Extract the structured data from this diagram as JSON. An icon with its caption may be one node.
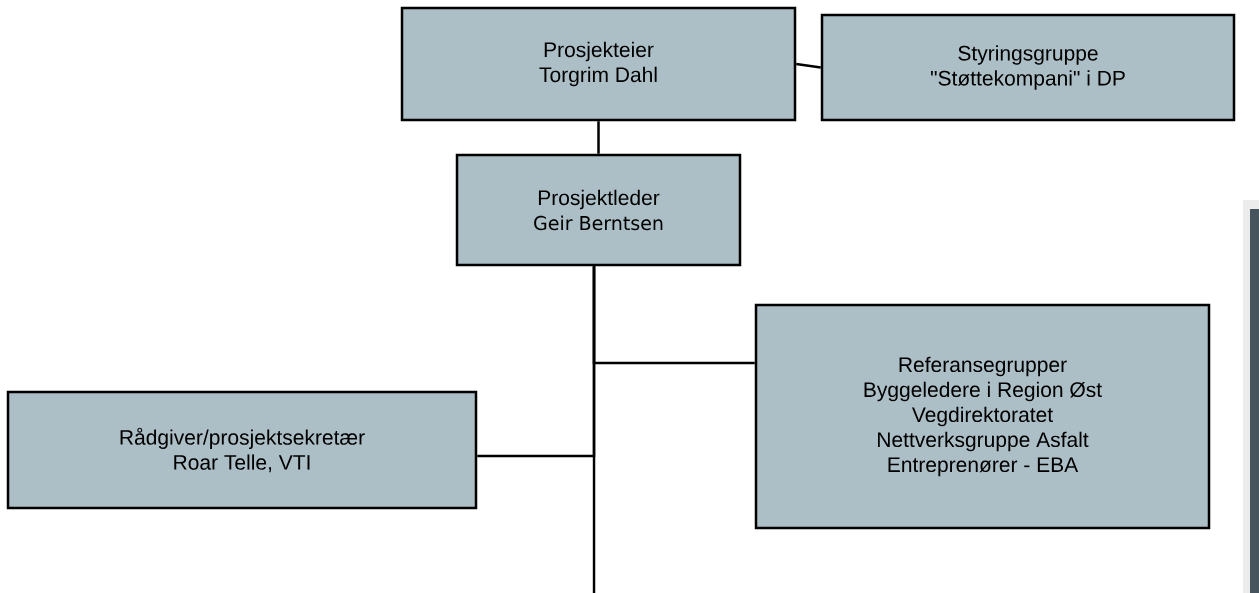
{
  "diagram": {
    "nodes": [
      {
        "text": [
          "Prosjekteier",
          "Torgrim Dahl"
        ]
      },
      {
        "text": [
          "Styringsgruppe",
          "\"Støttekompani\" i DP"
        ]
      },
      {
        "text": [
          "Prosjektleder",
          "Geir Berntsen"
        ]
      },
      {
        "text": [
          "Rådgiver/prosjektsekretær",
          "Roar Telle, VTI"
        ]
      },
      {
        "text": [
          "Referansegrupper",
          "Byggeledere i Region Øst",
          "Vegdirektoratet",
          "Nettverksgruppe Asfalt",
          "Entreprenører - EBA"
        ]
      }
    ],
    "edges": [
      {
        "from": 0,
        "to": 1,
        "arrow": "none"
      },
      {
        "from": 0,
        "to": 2,
        "arrow": "none"
      },
      {
        "from": 2,
        "to": 4,
        "arrow": "none"
      },
      {
        "from": 2,
        "to": 3,
        "arrow": "none"
      },
      {
        "from": 2,
        "to": null,
        "arrow": "none"
      }
    ]
  }
}
